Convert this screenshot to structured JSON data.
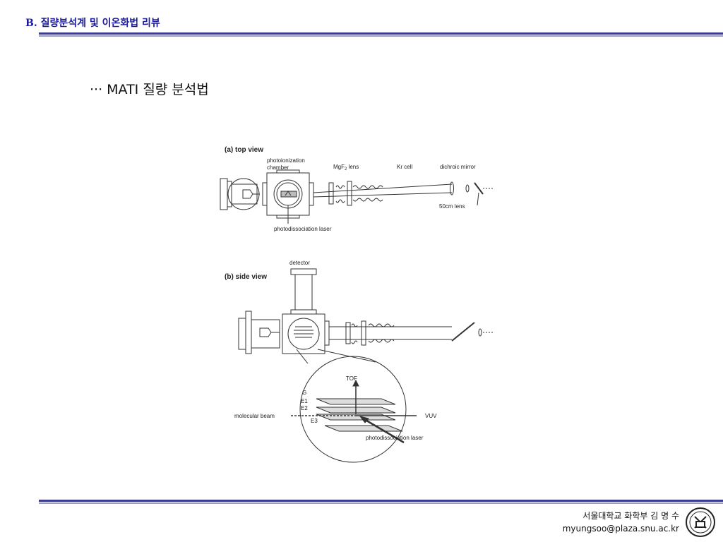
{
  "header": {
    "title": "B. 질량분석계 및 이온화법 리뷰"
  },
  "subtitle": "··· MATI 질량 분석법",
  "diagram": {
    "top_view": {
      "caption": "(a) top view",
      "labels": {
        "chamber_line1": "photoionization",
        "chamber_line2": "chamber",
        "mgf2_lens": "MgF",
        "mgf2_sub": "2",
        "mgf2_suffix": " lens",
        "kr_cell": "Kr cell",
        "dichroic_mirror": "dichroic mirror",
        "lens_50cm": "50cm lens",
        "photodissociation_laser": "photodissociation laser"
      }
    },
    "side_view": {
      "caption": "(b) side view",
      "labels": {
        "detector": "detector",
        "tof": "TOF",
        "g": "G",
        "e1": "E1",
        "e2": "E2",
        "e3": "E3",
        "molecular_beam": "molecular beam",
        "vuv": "VUV",
        "photodissociation_laser": "photodissociation laser"
      }
    }
  },
  "footer": {
    "author": "서울대학교 화학부 김 명 수",
    "email": "myungsoo@plaza.snu.ac.kr"
  }
}
